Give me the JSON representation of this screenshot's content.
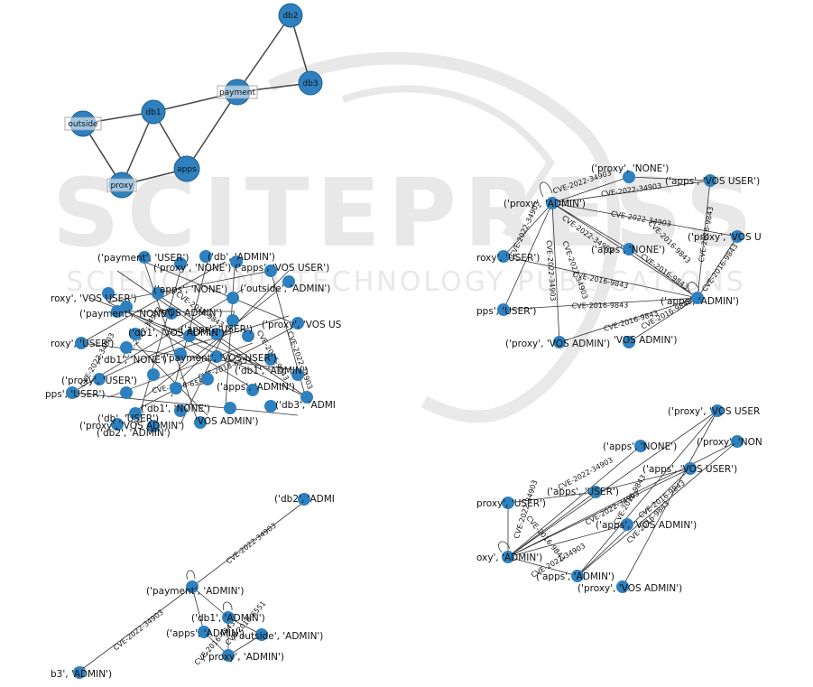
{
  "watermark": {
    "title": "SCITEPRESS",
    "subtitle": "SCIENCE AND TECHNOLOGY PUBLICATIONS"
  },
  "colors": {
    "node": "#2e80be",
    "node_stroke": "#1f5f8f",
    "edge": "#444444",
    "label_box": "#999999"
  },
  "graph1": {
    "nodes": {
      "db2": "db2",
      "db3": "db3",
      "payment": "payment",
      "db1": "db1",
      "outside": "outside",
      "apps": "apps",
      "proxy": "proxy"
    },
    "edges": [
      [
        "db2",
        "payment"
      ],
      [
        "db2",
        "db3"
      ],
      [
        "payment",
        "db3"
      ],
      [
        "payment",
        "db1"
      ],
      [
        "payment",
        "apps"
      ],
      [
        "db1",
        "outside"
      ],
      [
        "db1",
        "proxy"
      ],
      [
        "db1",
        "apps"
      ],
      [
        "outside",
        "proxy"
      ],
      [
        "proxy",
        "apps"
      ]
    ]
  },
  "graph2": {
    "nodes": [
      "('payment', 'USER')",
      "('proxy', 'NONE')",
      "('db', 'ADMIN')",
      "('apps', 'NONE')",
      "('apps', 'VOS USER')",
      "roxy', 'VOS USER')",
      "('outside', 'ADMIN')",
      "('payment', 'NONE')",
      "'VOS ADMIN')",
      "('apps', 'USER')",
      "('proxy', 'VOS US",
      "('db1', 'VOS ADMIN')",
      "roxy', 'USER')",
      "('db1', 'NONE')",
      "('payment', 'VOS USER')",
      "('db1', 'ADMIN')",
      "('proxy', 'USER')",
      "('apps', 'ADMIN')",
      "pps', 'USER')",
      "('db1', 'NONE')",
      "('db2', 'ADMIN')",
      "('proxy', 'VOS ADMIN')",
      "'VOS ADMIN')",
      "('db3', 'ADMI",
      "('db', 'USER')"
    ],
    "edge_labels": [
      "CVE-2022-34903",
      "CVE-2018-6551",
      "CVE-2016-9843",
      "CVE-2022-34903",
      "CVE-2016-9843",
      "CVE-2018-6551",
      "CVE-2022-34903"
    ]
  },
  "graph3": {
    "nodes": [
      "('proxy', 'NONE')",
      "('apps', 'VOS USER')",
      "('proxy', 'ADMIN')",
      "('apps', 'NONE')",
      "('proxy', 'VOS U",
      "roxy', 'USER')",
      "('apps', 'ADMIN')",
      "pps', 'USER')",
      "('proxy', 'VOS ADMIN')",
      "'VOS ADMIN')"
    ],
    "edge_labels": [
      "CVE-2022-34903",
      "CVE-2022-34903",
      "CVE-2022-34903",
      "CVE-2022-34903",
      "CVE-2022-34903",
      "CVE-2016-9843",
      "CVE-2016-9843",
      "CVE-2016-9843",
      "CVE-2016-9843",
      "CVE-2016-9843",
      "CVE-2016-9843",
      "CVE-2016-9843",
      "CVE-2022-34903",
      "CVE-2022-34903",
      "CVE-2016-9843"
    ]
  },
  "graph4": {
    "nodes": [
      "('db2', 'ADMI",
      "('payment', 'ADMIN')",
      "('db1', 'ADMIN')",
      "('apps', 'ADMIN')",
      "('outside', 'ADMIN')",
      "('proxy', 'ADMIN')",
      "b3', 'ADMIN')"
    ],
    "edge_labels": [
      "CVE-2022-34903",
      "CVE-2022-34903",
      "CVE-2016-9843",
      "CVE-2018-6551"
    ]
  },
  "graph5": {
    "nodes": [
      "('proxy', 'VOS USER",
      "('apps', 'NONE')",
      "('proxy', 'NON",
      "('apps', 'VOS USER')",
      "proxy', 'USER')",
      "('apps', 'USER')",
      "('apps', 'VOS ADMIN')",
      "oxy', 'ADMIN')",
      "('apps', 'ADMIN')",
      "('proxy', 'VOS ADMIN')"
    ],
    "edge_labels": [
      "CVE-2022-34903",
      "CVE-2022-34903",
      "CVE-2016-9843",
      "CVE-2022-34903",
      "CVE-2016-9843",
      "CVE-2016-9843",
      "CVE-2022-34903",
      "CVE-2016-9843"
    ]
  }
}
